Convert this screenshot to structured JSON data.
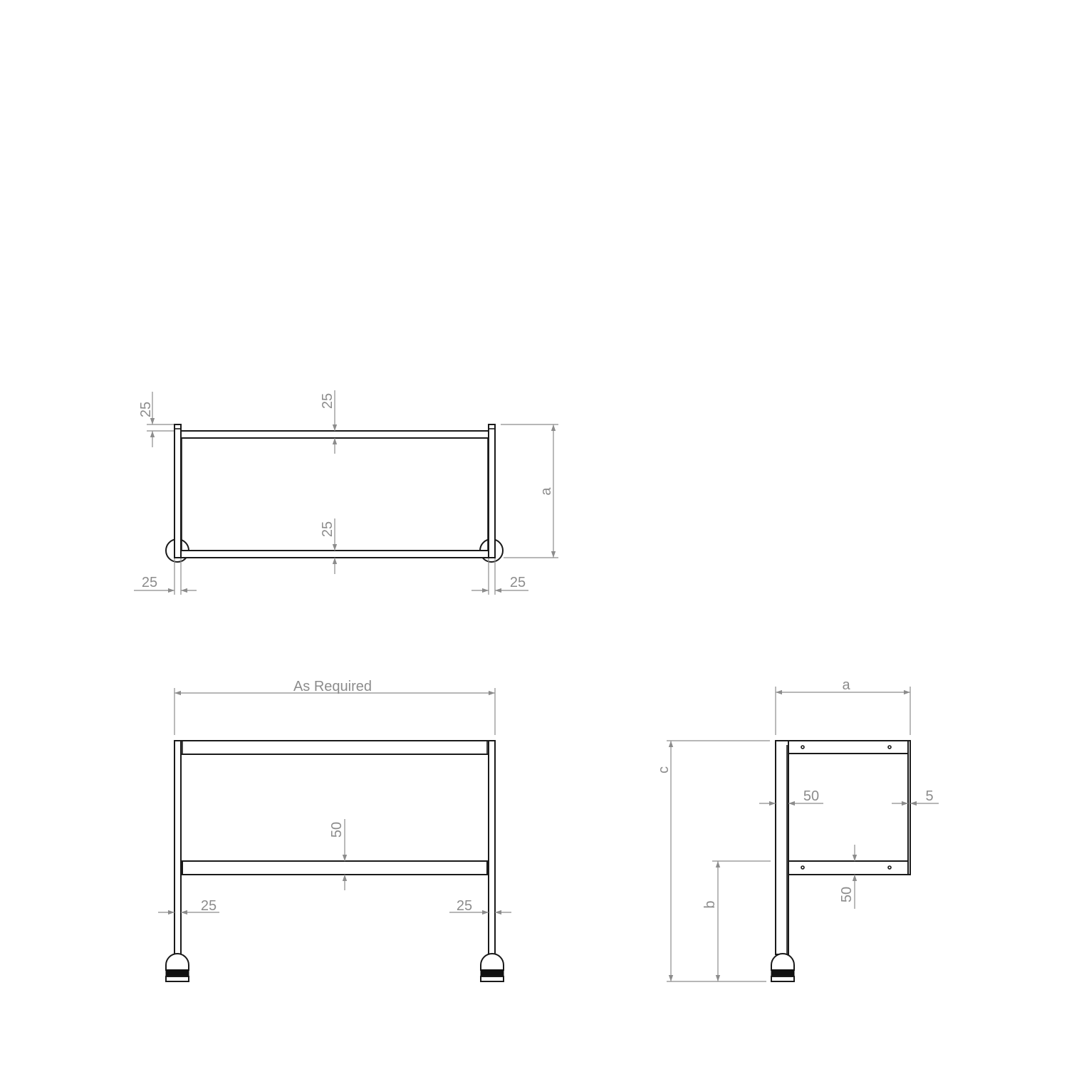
{
  "plan_view": {
    "dim_top_left": "25",
    "dim_top_rail": "25",
    "dim_bottom_rail": "25",
    "dim_depth": "a",
    "dim_left_post": "25",
    "dim_right_post": "25"
  },
  "front_view": {
    "dim_width": "As Required",
    "dim_lower_rail": "50",
    "dim_left_post": "25",
    "dim_right_post": "25"
  },
  "side_view": {
    "dim_depth": "a",
    "dim_total_height": "c",
    "dim_lower_height": "b",
    "dim_post": "50",
    "dim_end_plate": "5",
    "dim_lower_rail": "50"
  },
  "colors": {
    "object_line": "#1a1a1a",
    "dimension_line": "#8c8c8c",
    "background": "#ffffff"
  }
}
